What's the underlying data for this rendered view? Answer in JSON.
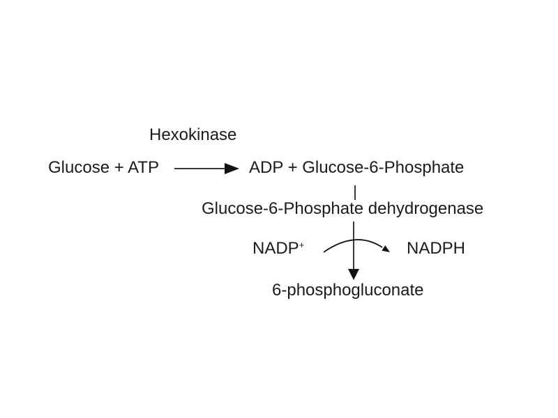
{
  "colors": {
    "background": "#ffffff",
    "text": "#1b1b1b",
    "line": "#3c3c3c",
    "arrowhead": "#111111"
  },
  "reaction1": {
    "enzyme_label": "Hexokinase",
    "substrates_label": "Glucose + ATP",
    "products_label": "ADP + Glucose-6-Phosphate",
    "arrow_icon": "right-arrow"
  },
  "reaction2": {
    "enzyme_label": "Glucose-6-Phosphate dehydrogenase",
    "cofactor_substrate_label": "NADP",
    "cofactor_substrate_superscript": "+",
    "cofactor_product_label": "NADPH",
    "product_label": "6-phosphogluconate",
    "arrow_icon": "down-arrow",
    "cofactor_arrow_icon": "curved-right-arrow"
  }
}
